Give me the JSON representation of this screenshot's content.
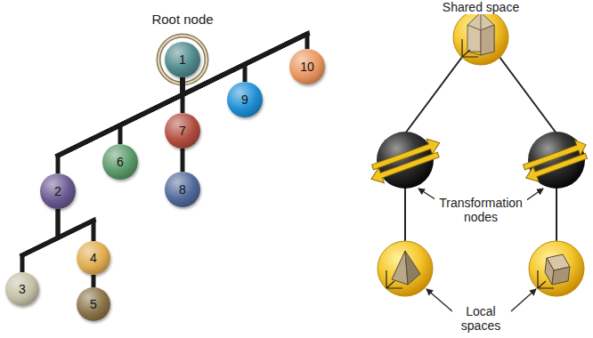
{
  "diagram": {
    "nodes": [
      {
        "text": [
          "1"
        ]
      },
      {
        "text": [
          "2"
        ]
      },
      {
        "text": [
          "3"
        ]
      },
      {
        "text": [
          "4"
        ]
      },
      {
        "text": [
          "5"
        ]
      },
      {
        "text": [
          "6"
        ]
      },
      {
        "text": [
          "7"
        ]
      },
      {
        "text": [
          "8"
        ]
      },
      {
        "text": [
          "9"
        ]
      },
      {
        "text": [
          "10"
        ]
      }
    ],
    "edges": [
      {
        "from": 0,
        "to": 1,
        "arrow": "none"
      },
      {
        "from": 0,
        "to": 5,
        "arrow": "none"
      },
      {
        "from": 0,
        "to": 6,
        "arrow": "none"
      },
      {
        "from": 0,
        "to": 8,
        "arrow": "none"
      },
      {
        "from": 0,
        "to": 9,
        "arrow": "none"
      },
      {
        "from": 6,
        "to": 7,
        "arrow": "none"
      },
      {
        "from": 1,
        "to": 2,
        "arrow": "none"
      },
      {
        "from": 1,
        "to": 3,
        "arrow": "none"
      },
      {
        "from": 3,
        "to": 4,
        "arrow": "none"
      }
    ],
    "labels": [
      "Root node",
      "Shared space",
      "Transformation nodes",
      "Local spaces"
    ]
  }
}
